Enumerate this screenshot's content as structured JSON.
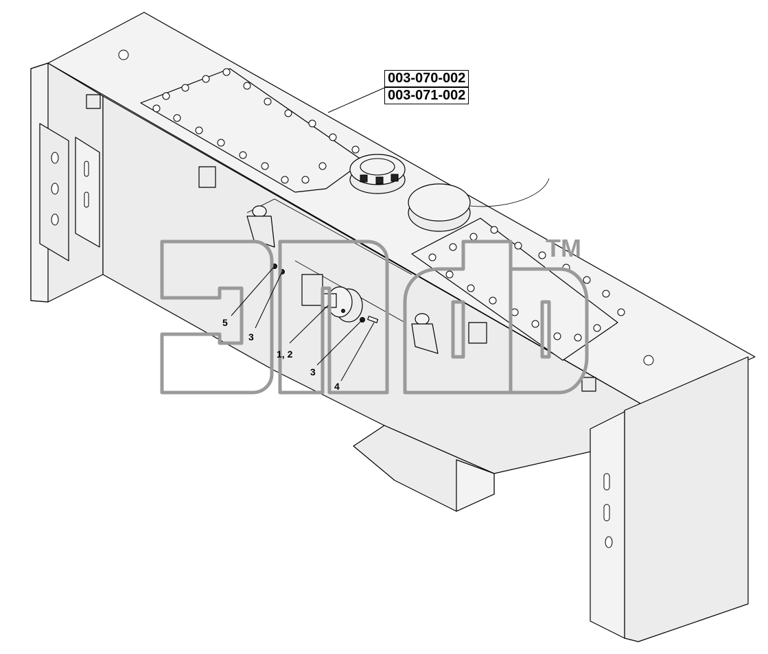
{
  "references": [
    "003-070-002",
    "003-071-002"
  ],
  "callouts": {
    "c5": "5",
    "c3a": "3",
    "c12": "1, 2",
    "c3b": "3",
    "c4": "4"
  },
  "watermark": {
    "logo": "элф",
    "tm": "TM"
  }
}
